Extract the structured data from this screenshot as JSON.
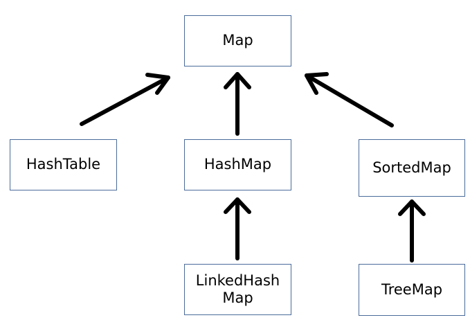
{
  "nodes": {
    "map": {
      "label": "Map"
    },
    "hashtable": {
      "label": "HashTable"
    },
    "hashmap": {
      "label": "HashMap"
    },
    "sortedmap": {
      "label": "SortedMap"
    },
    "linkedhashmap": {
      "label_line1": "LinkedHash",
      "label_line2": "Map"
    },
    "treemap": {
      "label": "TreeMap"
    }
  },
  "edges": [
    {
      "from": "hashtable",
      "to": "map"
    },
    {
      "from": "hashmap",
      "to": "map"
    },
    {
      "from": "sortedmap",
      "to": "map"
    },
    {
      "from": "linkedhashmap",
      "to": "hashmap"
    },
    {
      "from": "treemap",
      "to": "sortedmap"
    }
  ],
  "colors": {
    "box_border": "#4a6b9a",
    "arrow": "#000000",
    "background": "#ffffff"
  }
}
